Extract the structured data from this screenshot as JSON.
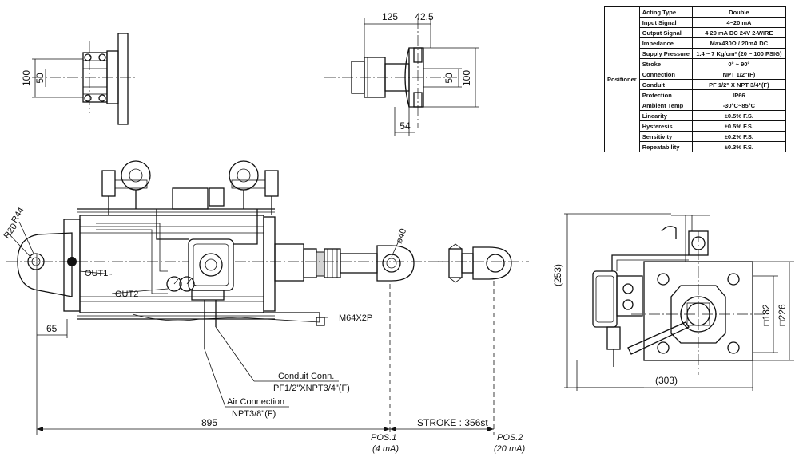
{
  "spec_table": {
    "group_label": "Positioner",
    "rows": [
      {
        "key": "Acting Type",
        "value": "Double"
      },
      {
        "key": "Input Signal",
        "value": "4~20 mA"
      },
      {
        "key": "Output Signal",
        "value": "4  20 mA DC 24V 2-WIRE"
      },
      {
        "key": "Impedance",
        "value": "Max430Ω / 20mA DC"
      },
      {
        "key": "Supply Pressure",
        "value": "1.4 ~ 7 Kg/cm² (20 ~ 100 PSIG)"
      },
      {
        "key": "Stroke",
        "value": "0° ~ 90°"
      },
      {
        "key": "Connection",
        "value": "NPT 1/2\"(F)"
      },
      {
        "key": "Conduit",
        "value": "PF 1/2\" X NPT 3/4\"(F)"
      },
      {
        "key": "Protection",
        "value": "IP66"
      },
      {
        "key": "Ambient Temp",
        "value": "-30°C~85°C"
      },
      {
        "key": "Linearity",
        "value": "±0.5% F.S."
      },
      {
        "key": "Hysteresis",
        "value": "±0.5% F.S."
      },
      {
        "key": "Sensitivity",
        "value": "±0.2% F.S."
      },
      {
        "key": "Repeatability",
        "value": "±0.3% F.S."
      }
    ]
  },
  "dims": {
    "d125": "125",
    "d42_5": "42.5",
    "d50_top": "50",
    "d100_top": "100",
    "d54": "54",
    "d50_left": "50",
    "d100_left": "100",
    "r44": "R44",
    "r20": "R20",
    "d65": "65",
    "d895": "895",
    "stroke": "STROKE : 356st",
    "phi40": "ø40",
    "m64": "M64X2P",
    "d253": "(253)",
    "d303": "(303)",
    "sq182": "□182",
    "sq226": "□226"
  },
  "labels": {
    "out1": "OUT1",
    "out2": "OUT2",
    "conduit_title": "Conduit Conn.",
    "conduit_spec": "PF1/2\"XNPT3/4\"(F)",
    "air_title": "Air Connection",
    "air_spec": "NPT3/8\"(F)",
    "pos1": "POS.1",
    "pos1_sig": "(4 mA)",
    "pos2": "POS.2",
    "pos2_sig": "(20 mA)"
  }
}
